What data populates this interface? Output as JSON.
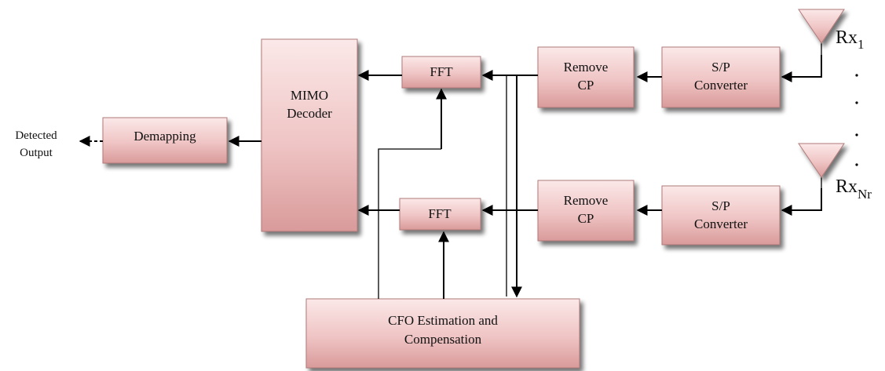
{
  "blocks": {
    "fft_top": "FFT",
    "fft_bottom": "FFT",
    "remove_cp_top": [
      "Remove",
      "CP"
    ],
    "remove_cp_bottom": [
      "Remove",
      "CP"
    ],
    "sp_top": [
      "S/P",
      "Converter"
    ],
    "sp_bottom": [
      "S/P",
      "Converter"
    ],
    "mimo": [
      "MIMO",
      "Decoder"
    ],
    "demapping": "Demapping",
    "cfo": [
      "CFO Estimation and",
      "Compensation"
    ]
  },
  "antennas": {
    "rx1_base": "Rx",
    "rx1_sub": "1",
    "rxnr_base": "Rx",
    "rxnr_sub": "Nr"
  },
  "output_label": [
    "Detected",
    "Output"
  ],
  "colors": {
    "block_fill_light": "#f7dada",
    "block_fill_dark": "#d99a9a",
    "block_border": "#b07a7a",
    "shadow": "#9a8a8a",
    "wire": "#000000"
  }
}
